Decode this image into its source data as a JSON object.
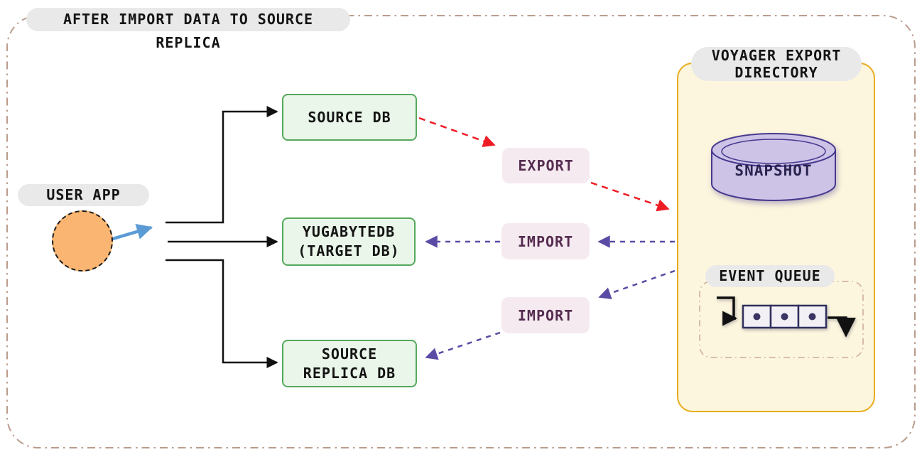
{
  "diagram": {
    "title": "AFTER IMPORT DATA TO SOURCE REPLICA",
    "user_app_label": "USER APP",
    "nodes": {
      "source_db": "SOURCE DB",
      "target_db_line1": "YUGABYTEDB",
      "target_db_line2": "(TARGET DB)",
      "replica_db_line1": "SOURCE",
      "replica_db_line2": "REPLICA DB"
    },
    "badges": {
      "export": "EXPORT",
      "import_middle": "IMPORT",
      "import_bottom": "IMPORT"
    },
    "voyager": {
      "title_line1": "VOYAGER EXPORT",
      "title_line2": "DIRECTORY",
      "snapshot_label": "SNAPSHOT",
      "event_queue_label": "EVENT QUEUE"
    },
    "icons": {
      "snapshot": "database-cylinder-icon",
      "event_queue": "queue-cells-icon"
    },
    "colors": {
      "green_node_border": "#56a85c",
      "green_node_fill": "#eaf6ea",
      "badge_fill": "#f6eaf1",
      "badge_text": "#552c4f",
      "panel_fill": "#fdf6de",
      "panel_border": "#e7ac1b",
      "red_arrow": "#ee1c25",
      "purple_arrow": "#5b4ba5",
      "blue_arrow": "#5b9bd5",
      "black_line": "#111111",
      "pill_fill": "#e9e9e9",
      "user_app_fill": "#f9b571",
      "cylinder_fill": "#cdc3e7",
      "cylinder_stroke": "#46398e",
      "snapshot_text": "#29234f",
      "outer_border": "#bb9c8c",
      "queue_box_border": "#cba8a0"
    }
  }
}
